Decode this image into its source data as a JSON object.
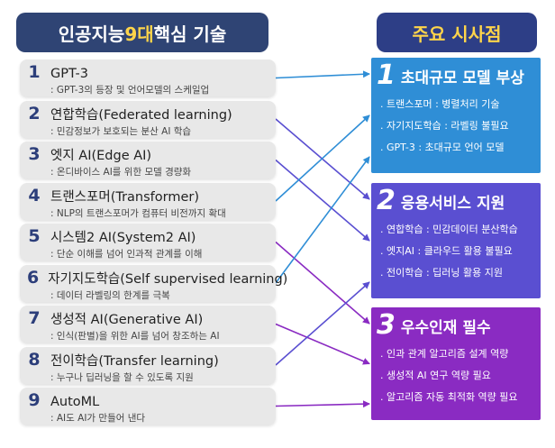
{
  "left_header": {
    "prefix": "인공지능 ",
    "highlight": "9대",
    "suffix": " 핵심 기술"
  },
  "right_header": "주요 시사점",
  "items": [
    {
      "num": "1",
      "name": "GPT-3",
      "desc": ": GPT-3의 등장 및 언어모델의 스케일업"
    },
    {
      "num": "2",
      "name": "연합학습(Federated learning)",
      "desc": ": 민감정보가 보호되는 분산 AI 학습"
    },
    {
      "num": "3",
      "name": "엣지 AI(Edge AI)",
      "desc": ": 온디바이스 AI를 위한 모델 경량화"
    },
    {
      "num": "4",
      "name": "트랜스포머(Transformer)",
      "desc": ": NLP의 트랜스포머가 컴퓨터 비전까지 확대"
    },
    {
      "num": "5",
      "name": "시스템2 AI(System2 AI)",
      "desc": ": 단순 이해를 넘어 인과적 관계를 이해"
    },
    {
      "num": "6",
      "name": "자기지도학습(Self supervised learning)",
      "desc": ": 데이터 라벨링의 한계를 극복"
    },
    {
      "num": "7",
      "name": "생성적 AI(Generative AI)",
      "desc": ": 인식(판별)을 위한 AI를 넘어 창조하는 AI"
    },
    {
      "num": "8",
      "name": "전이학습(Transfer learning)",
      "desc": ": 누구나 딥러닝을 할 수 있도록 지원"
    },
    {
      "num": "9",
      "name": "AutoML",
      "desc": ": AI도 AI가 만들어 낸다"
    }
  ],
  "panels": [
    {
      "num": "1",
      "title": "초대규모 모델 부상",
      "bullets": [
        ". 트랜스포머 : 병렬처리 기술",
        ". 자기지도학습 : 라벨링 불필요",
        ". GPT-3 : 초대규모 언어 모델"
      ]
    },
    {
      "num": "2",
      "title": "응용서비스 지원",
      "bullets": [
        ". 연합학습 : 민감데이터 분산학습",
        ". 엣지AI : 클라우드 활용 불필요",
        ". 전이학습 : 딥러닝 활용 지원"
      ]
    },
    {
      "num": "3",
      "title": "우수인재 필수",
      "bullets": [
        ". 인과 관계 알고리즘 설계 역량",
        ". 생성적 AI 연구 역량 필요",
        ". 알고리즘 자동 최적화 역량 필요"
      ]
    }
  ],
  "colors": {
    "panel1": "#2f8ed6",
    "panel2": "#5a4fd1",
    "panel3": "#8a2bc2"
  },
  "connections": [
    {
      "from": 0,
      "to": 0
    },
    {
      "from": 1,
      "to": 1
    },
    {
      "from": 2,
      "to": 1
    },
    {
      "from": 3,
      "to": 0
    },
    {
      "from": 4,
      "to": 2
    },
    {
      "from": 5,
      "to": 0
    },
    {
      "from": 6,
      "to": 2
    },
    {
      "from": 7,
      "to": 1
    },
    {
      "from": 8,
      "to": 2
    }
  ]
}
